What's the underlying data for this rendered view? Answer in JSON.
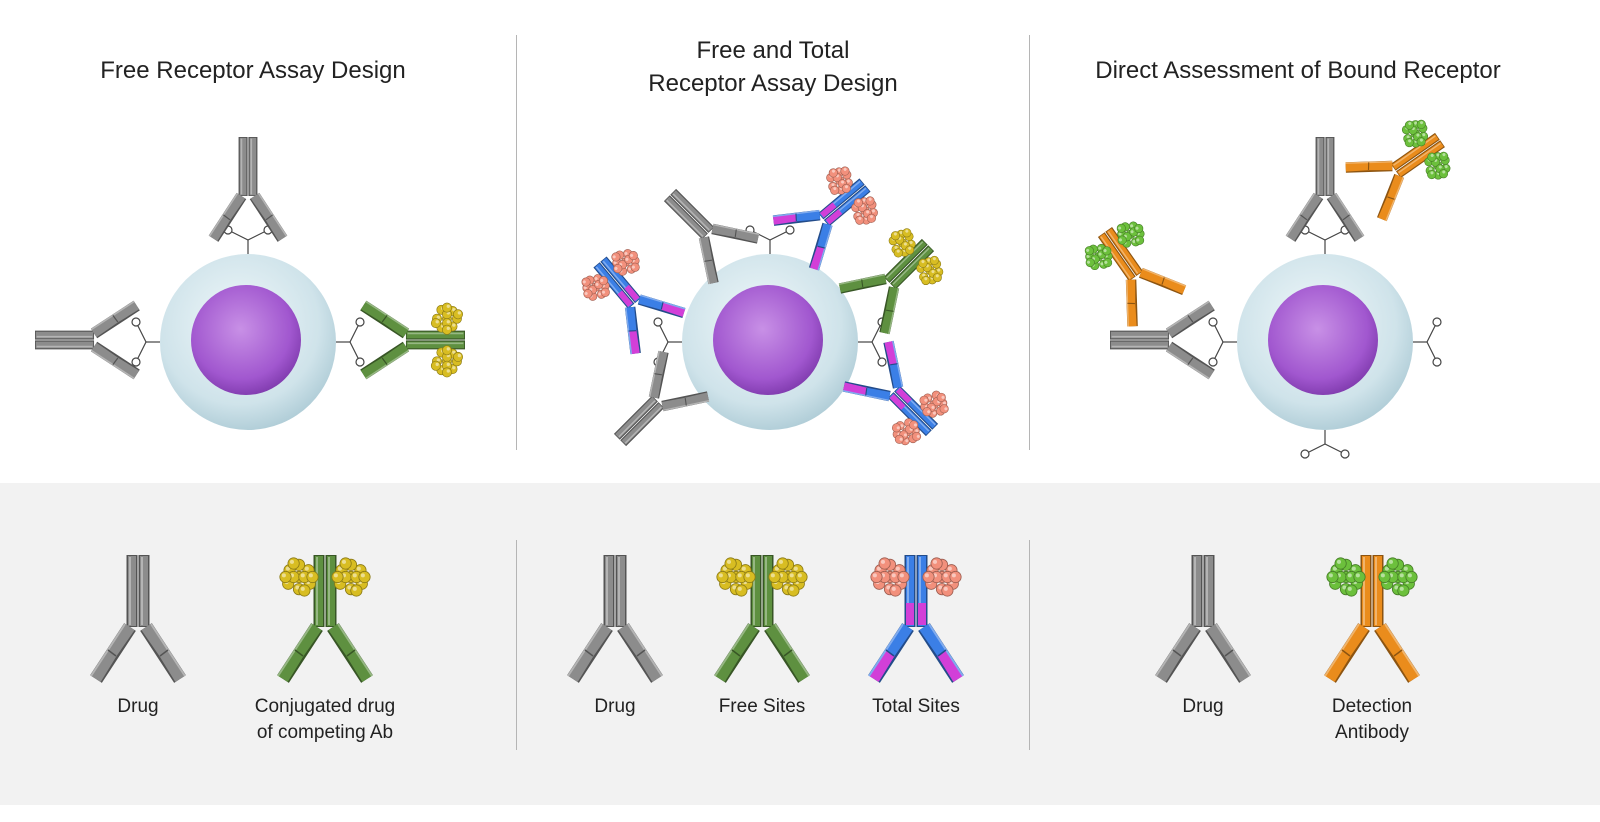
{
  "panels": [
    {
      "title": "Free Receptor Assay Design",
      "legend": [
        {
          "label": "Drug"
        },
        {
          "label_line1": "Conjugated drug",
          "label_line2": "of competing Ab"
        }
      ]
    },
    {
      "title_line1": "Free and Total",
      "title_line2": "Receptor Assay Design",
      "legend": [
        {
          "label": "Drug"
        },
        {
          "label": "Free Sites"
        },
        {
          "label": "Total Sites"
        }
      ]
    },
    {
      "title": "Direct Assessment of Bound Receptor",
      "legend": [
        {
          "label": "Drug"
        },
        {
          "label_line1": "Detection",
          "label_line2": "Antibody"
        }
      ]
    }
  ],
  "colors": {
    "drug": "#8c8c8c",
    "free_sites": "#5e9040",
    "total_sites": "#3b7fe6",
    "total_sites_tip": "#d23fd8",
    "detection": "#ea8c1c",
    "label_gold": "#d8bd22",
    "label_pink": "#f2907c",
    "label_green": "#6cc03c",
    "cell": "#c9e0e7",
    "nucleus": "#9a4cc8",
    "legend_background": "#f2f2f2"
  }
}
